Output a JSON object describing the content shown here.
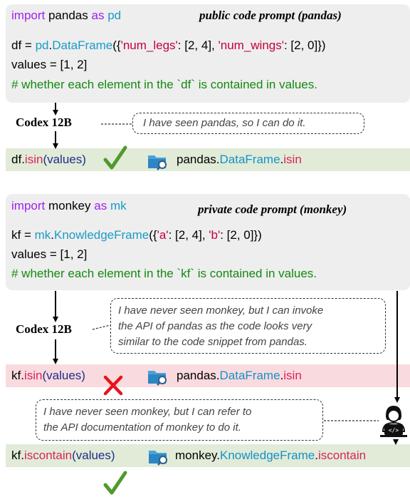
{
  "panel1": {
    "title": "public code prompt (pandas)",
    "line1": {
      "kw1": "import",
      "mod": "pandas",
      "kw2": "as",
      "alias": "pd"
    },
    "line2": {
      "var": "df",
      "eq": " = ",
      "mod": "pd",
      "dot": ".",
      "cls": "DataFrame",
      "open": "({",
      "k1": "'num_legs'",
      "c1": ": [",
      "v1": "2, 4",
      "m1": "], ",
      "k2": "'num_wings'",
      "c2": ": [",
      "v2": "2, 0",
      "close": "]})"
    },
    "line3": "values = [1, 2]",
    "line4": "# whether each element in the `df` is contained in values.",
    "model": "Codex 12B",
    "thought": "I have seen pandas, so I can do it.",
    "answer": {
      "obj": "df",
      "dot": ".",
      "method": "isin",
      "args": "(values)"
    },
    "api": {
      "mod": "pandas",
      "dot1": ".",
      "cls": "DataFrame",
      "dot2": ".",
      "method": "isin"
    }
  },
  "panel2": {
    "title": "private code prompt (monkey)",
    "line1": {
      "kw1": "import",
      "mod": "monkey",
      "kw2": "as",
      "alias": "mk"
    },
    "line2": {
      "var": "kf",
      "eq": " = ",
      "mod": "mk",
      "dot": ".",
      "cls": "KnowledgeFrame",
      "open": "({",
      "k1": "'a'",
      "c1": ": [",
      "v1": "2, 4",
      "m1": "], ",
      "k2": "'b'",
      "c2": ": [",
      "v2": "2, 0",
      "close": "]})"
    },
    "line3": "values = [1, 2]",
    "line4": "# whether each element in the `kf` is contained in values.",
    "model": "Codex 12B",
    "thought": "I have never seen monkey, but I can invoke\nthe API of pandas as the code looks very\nsimilar to the code snippet from pandas.",
    "wrong_answer": {
      "obj": "kf",
      "dot": ".",
      "method": "isin",
      "args": "(values)"
    },
    "wrong_api": {
      "mod": "pandas",
      "dot1": ".",
      "cls": "DataFrame",
      "dot2": ".",
      "method": "isin"
    },
    "human_thought": "I have never seen monkey, but I can refer to\nthe API documentation of monkey to do it.",
    "right_answer": {
      "obj": "kf",
      "dot": ".",
      "method": "iscontain",
      "args": "(values)"
    },
    "right_api": {
      "mod": "monkey",
      "dot1": ".",
      "cls": "KnowledgeFrame",
      "dot2": ".",
      "method": "iscontain"
    }
  },
  "colors": {
    "keyword": "#a020f0",
    "function": "#1a9bc6",
    "string": "#c4003b",
    "comment": "#138a0f",
    "correct_bg": "#e1ebd8",
    "wrong_bg": "#f9dadf",
    "check": "#4e9a2a",
    "cross": "#e8131b"
  }
}
